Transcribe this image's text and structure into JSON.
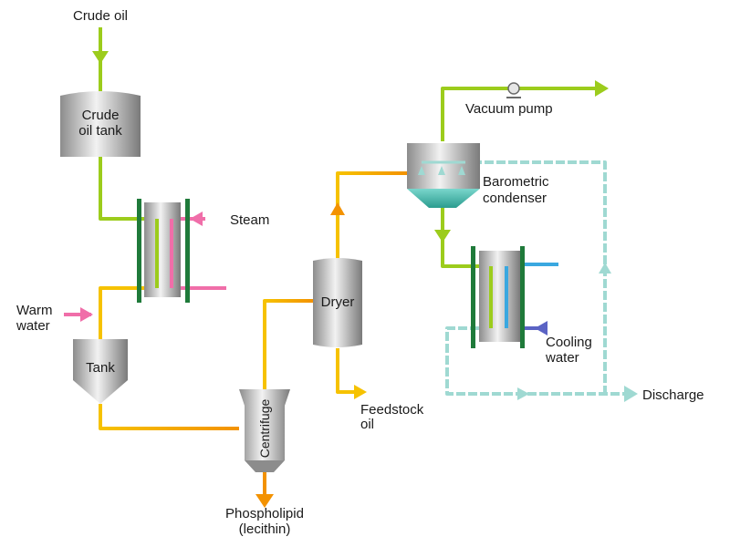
{
  "labels": {
    "crude_oil": "Crude oil",
    "crude_oil_tank_line1": "Crude",
    "crude_oil_tank_line2": "oil tank",
    "steam": "Steam",
    "warm_water_line1": "Warm",
    "warm_water_line2": "water",
    "tank": "Tank",
    "centrifuge": "Centrifuge",
    "phospholipid_line1": "Phospholipid",
    "phospholipid_line2": "(lecithin)",
    "dryer": "Dryer",
    "feedstock_oil_line1": "Feedstock",
    "feedstock_oil_line2": "oil",
    "vacuum_pump": "Vacuum pump",
    "barometric_condenser_line1": "Barometric",
    "barometric_condenser_line2": "condenser",
    "cooling_water_line1": "Cooling",
    "cooling_water_line2": "water",
    "discharge": "Discharge"
  },
  "colors": {
    "crude_oil_line": "#9ccc1c",
    "oil_line": "#f4b400",
    "oil_line_orange": "#f39200",
    "steam_line": "#f06ea9",
    "cooling_water_line": "#3aa8e0",
    "cooling_return_line": "#5b63c4",
    "discharge_line": "#9fd9d2",
    "heat_exchanger_wall": "#1f7a3a",
    "vessel_metal": "#9a9a9a",
    "condenser_cone": "#3aa89b"
  }
}
